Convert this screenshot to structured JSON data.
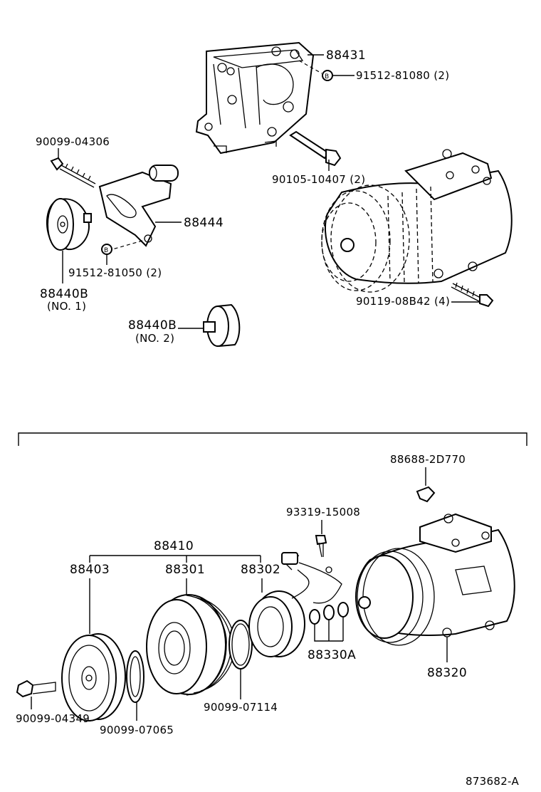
{
  "parts": {
    "bracket": "88431",
    "bracket_bolt": "91512-81080 (2)",
    "bracket_stud": "90105-10407 (2)",
    "idler_bolt": "90099-04306",
    "idler_bracket": "88444",
    "idler_nut": "91512-81050 (2)",
    "pulley_no1_number": "88440B",
    "pulley_no1_note": "(NO. 1)",
    "pulley_no2_number": "88440B",
    "pulley_no2_note": "(NO. 2)",
    "compressor_bolt": "90119-08B42 (4)",
    "label_part": "88688-2D770",
    "screw": "93319-15008",
    "clutch_assembly": "88410",
    "pressure_plate": "88403",
    "pulley_rotor": "88301",
    "stator_coil": "88302",
    "shims": "88330A",
    "compressor": "88320",
    "center_bolt": "90099-04349",
    "shim_washer": "90099-07065",
    "snap_ring": "90099-07114"
  },
  "footer": {
    "diagram_id": "873682-A"
  }
}
